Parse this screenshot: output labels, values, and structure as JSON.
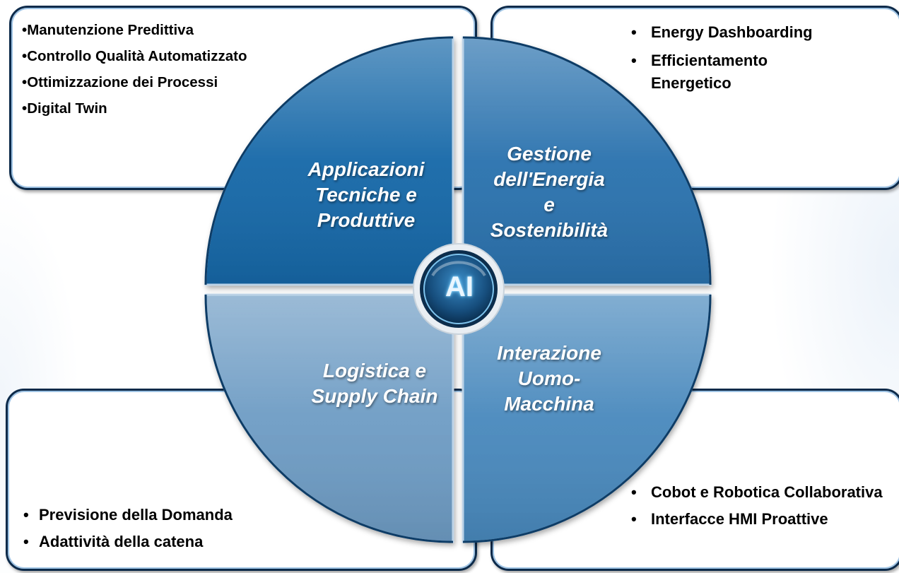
{
  "center": {
    "label": "AI"
  },
  "quadrants": [
    {
      "id": "tl",
      "title": "Applicazioni Tecniche e Produttive",
      "color": "#1668a8",
      "title_lines": [
        "Applicazioni",
        "Tecniche e",
        "Produttive"
      ],
      "items": [
        "Manutenzione Predittiva",
        "Controllo Qualità Automatizzato",
        "Ottimizzazione dei Processi",
        "Digital Twin"
      ]
    },
    {
      "id": "tr",
      "title": "Gestione dell'Energia e Sostenibilità",
      "color": "#2a72ae",
      "title_lines": [
        "Gestione",
        "dell'Energia",
        "e",
        "Sostenibilità"
      ],
      "items": [
        "Energy Dashboarding",
        "Efficientamento Energetico"
      ]
    },
    {
      "id": "bl",
      "title": "Logistica e Supply Chain",
      "color": "#6e9cc4",
      "title_lines": [
        "Logistica e",
        "Supply Chain"
      ],
      "items": [
        "Previsione della Domanda",
        "Adattività della catena"
      ]
    },
    {
      "id": "br",
      "title": "Interazione Uomo-Macchina",
      "color": "#4a89bd",
      "title_lines": [
        "Interazione",
        "Uomo-",
        "Macchina"
      ],
      "items": [
        "Cobot e Robotica Collaborativa",
        "Interfacce HMI Proattive"
      ]
    }
  ],
  "bullets": {
    "tl": "•",
    "other": "•"
  },
  "colors": {
    "border": "#0c2a4a",
    "inner_border": "#9ec3e4",
    "ring": "#0d3c66",
    "hub": "#1f5e8f"
  }
}
